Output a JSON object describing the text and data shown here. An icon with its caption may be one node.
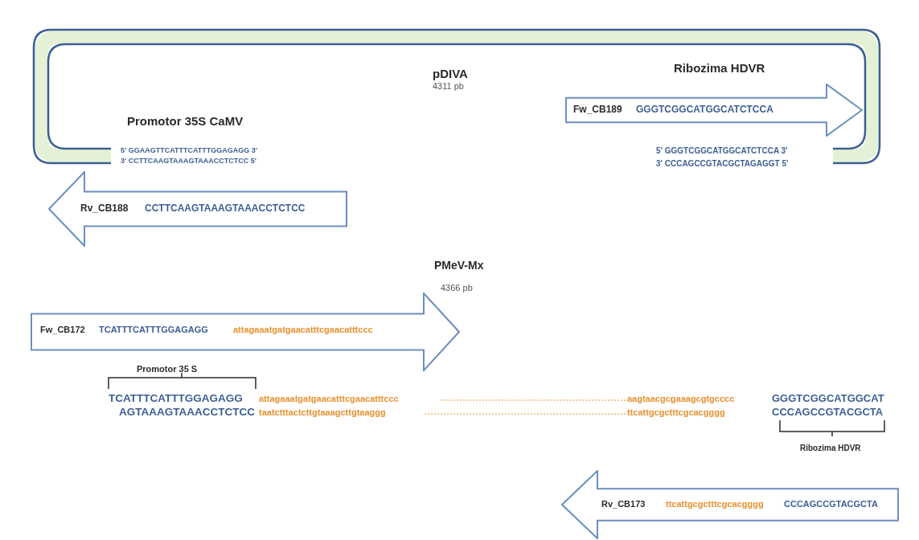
{
  "diagram": {
    "nodes": [
      {
        "text": [
          "pDIVA",
          "4311 pb"
        ]
      },
      {
        "text": [
          "Fw_CB189",
          "GGGTCGGCATGGCATCTCCA"
        ],
        "in": 0
      },
      {
        "text": [
          "Rv_CB188",
          "CCTTCAAGTAAAGTAAACCTCTCC"
        ]
      },
      {
        "text": [
          "Fw_CB172",
          "TCATTTCATTTGGAGAGG",
          "attagaaatgatgaacatttcgaacatttccc"
        ]
      },
      {
        "text": [
          "Rv_CB173",
          "ttcattgcgctttcgcacgggg",
          "CCCAGCCGTACGCTA"
        ]
      }
    ],
    "edges": [],
    "labels": [
      "Promotor 35S CaMV",
      "5' GGAAGTTCATTTCATTTGGAGAGG 3'",
      "3' CCTTCAAGTAAAGTAAACCTCTCC 5'",
      "Ribozima HDVR",
      "5' GGGTCGGCATGGCATCTCCA 3'",
      "3' CCCAGCCGTACGCTAGAGGT 5'",
      "PMeV-Mx",
      "4366 pb",
      "Promotor 35 S",
      "TCATTTCATTTGGAGAGG",
      "attagaaatgatgaacatttcgaacatttccc",
      "aagtaacgcgaaagcgtgcccc",
      "GGGTCGGCATGGCAT",
      "AGTAAAGTAAACCTCTCC",
      "taatctttactcttgtaaagcttgtaaggg",
      "ttcattgcgctttcgcacgggg",
      "CCCAGCCGTACGCTA",
      "Ribozima HDVR"
    ]
  }
}
